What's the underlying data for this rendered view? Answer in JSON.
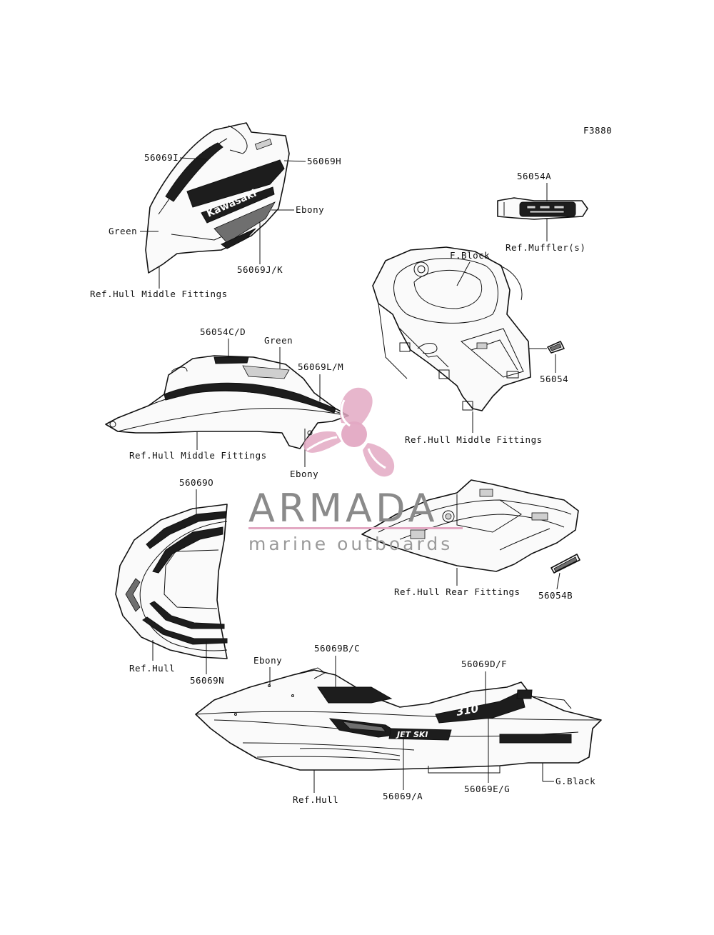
{
  "figure_code": "F3880",
  "watermark": {
    "brand": "ARMADA",
    "tagline": "marine outboards",
    "accent_color": "#e3a9c3"
  },
  "decal_text": {
    "kawasaki": "Kawasaki",
    "jetski": "JET SKI",
    "model": "310"
  },
  "labels": {
    "l_56069I": "56069I",
    "l_56069H": "56069H",
    "l_ebony_1": "Ebony",
    "l_green_1": "Green",
    "l_56069JK": "56069J/K",
    "l_ref_hmf_1": "Ref.Hull Middle Fittings",
    "l_56054A": "56054A",
    "l_ref_muffler": "Ref.Muffler(s)",
    "l_fblock": "F.Block",
    "l_56054": "56054",
    "l_ref_hmf_2": "Ref.Hull Middle Fittings",
    "l_56054CD": "56054C/D",
    "l_green_2": "Green",
    "l_56069LM": "56069L/M",
    "l_ref_hmf_3": "Ref.Hull Middle Fittings",
    "l_ebony_2": "Ebony",
    "l_56069O": "56069O",
    "l_ref_hull_1": "Ref.Hull",
    "l_56069N": "56069N",
    "l_ref_hrf": "Ref.Hull Rear Fittings",
    "l_56054B": "56054B",
    "l_ebony_3": "Ebony",
    "l_56069BC": "56069B/C",
    "l_56069DF": "56069D/F",
    "l_gblack": "G.Black",
    "l_ref_hull_2": "Ref.Hull",
    "l_56069A": "56069/A",
    "l_56069EG": "56069E/G"
  }
}
